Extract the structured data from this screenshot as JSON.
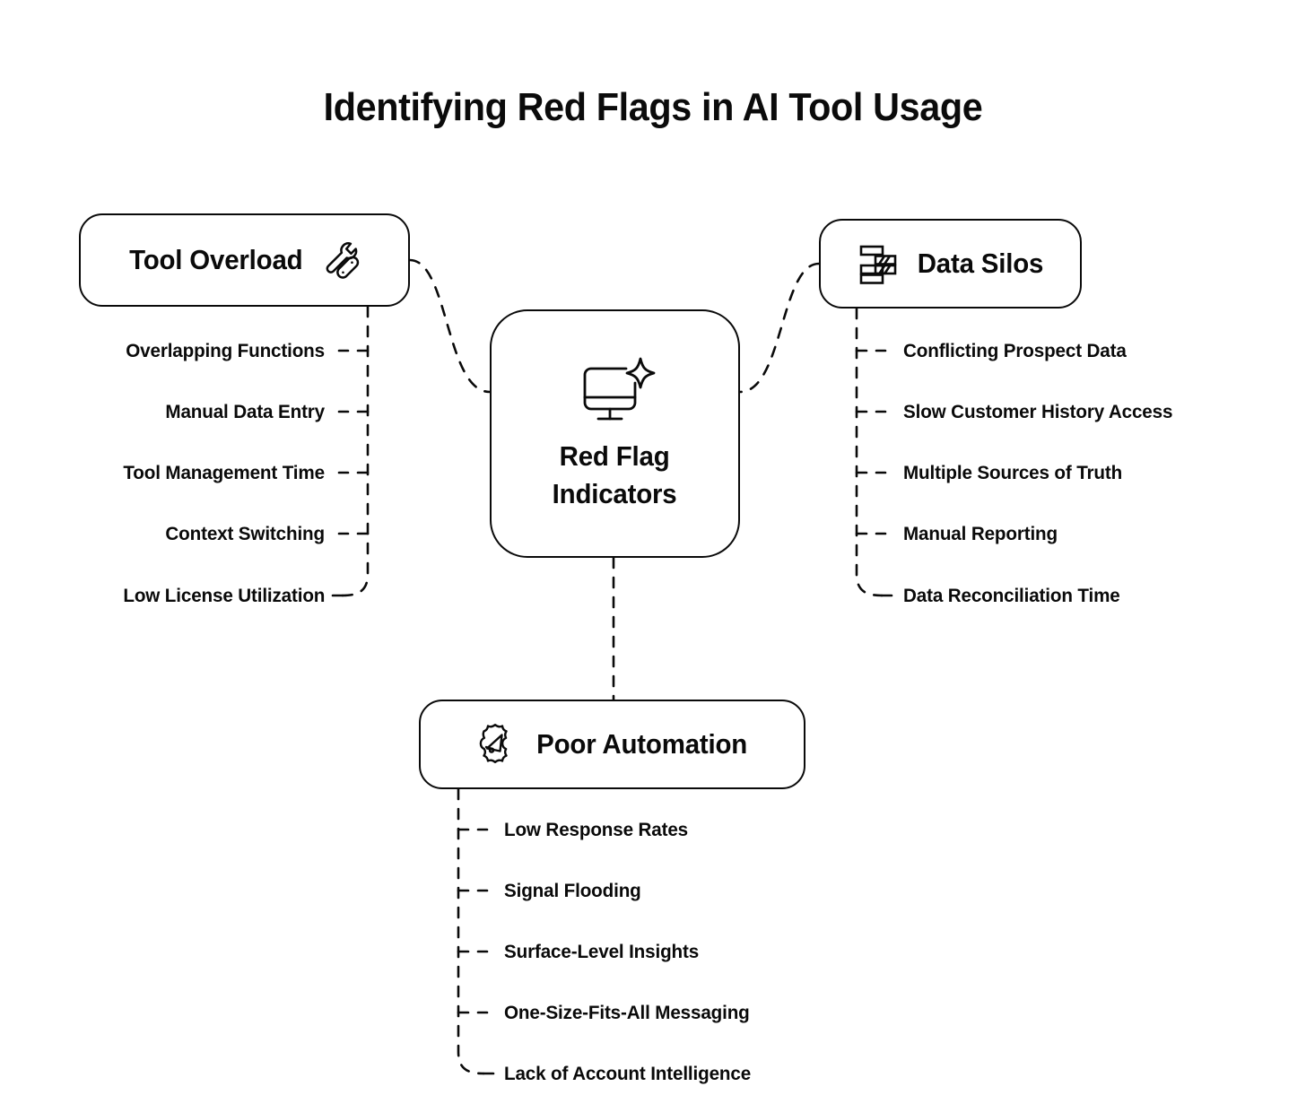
{
  "title": "Identifying Red Flags in AI Tool Usage",
  "colors": {
    "background": "#ffffff",
    "stroke": "#0a0a0a",
    "text": "#0a0a0a"
  },
  "center": {
    "icon": "monitor-sparkle-icon",
    "line1": "Red Flag",
    "line2": "Indicators"
  },
  "branches": {
    "tool_overload": {
      "label": "Tool Overload",
      "icon": "wrench-tools-icon",
      "items": [
        "Overlapping Functions",
        "Manual Data Entry",
        "Tool Management Time",
        "Context Switching",
        "Low License Utilization"
      ]
    },
    "data_silos": {
      "label": "Data Silos",
      "icon": "stacked-bars-icon",
      "items": [
        "Conflicting Prospect Data",
        "Slow Customer History Access",
        "Multiple Sources of Truth",
        "Manual Reporting",
        "Data Reconciliation Time"
      ]
    },
    "poor_automation": {
      "label": "Poor Automation",
      "icon": "gear-megaphone-icon",
      "items": [
        "Low Response Rates",
        "Signal Flooding",
        "Surface-Level Insights",
        "One-Size-Fits-All Messaging",
        "Lack of Account Intelligence"
      ]
    }
  }
}
